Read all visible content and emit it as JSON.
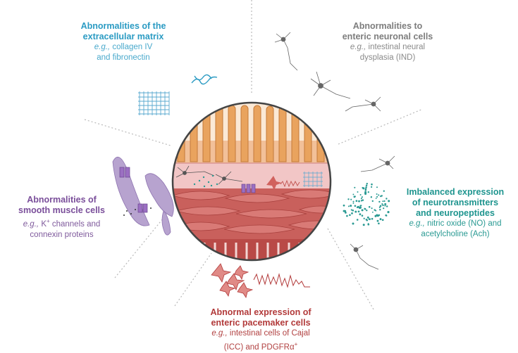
{
  "labels": {
    "ecm": {
      "title_line1": "Abnormalities of the",
      "title_line2": "extracellular matrix",
      "eg": "e.g.,",
      "example_line1": "collagen IV",
      "example_line2": "and fibronectin",
      "color": "#2b9bc3"
    },
    "neuronal": {
      "title_line1": "Abnormalities to",
      "title_line2": "enteric neuronal cells",
      "eg": "e.g.,",
      "example_line1": "intestinal neural",
      "example_line2": "dysplasia (IND)",
      "color": "#7d7d7d"
    },
    "smooth_muscle": {
      "title_line1": "Abnormalities of",
      "title_line2": "smooth muscle cells",
      "eg": "e.g.,",
      "example_k": "K",
      "example_sup": "+",
      "example_line1_rest": " channels and",
      "example_line2": "connexin proteins",
      "color": "#7a4e9a"
    },
    "neurotransmitters": {
      "title_line1": "Imbalanced expression",
      "title_line2": "of neurotransmitters",
      "title_line3": "and neuropeptides",
      "eg": "e.g.,",
      "example_line1": "nitric oxide (NO) and",
      "example_line2": "acetylcholine (Ach)",
      "color": "#1f958f"
    },
    "pacemaker": {
      "title_line1": "Abnormal expression of",
      "title_line2": "enteric pacemaker cells",
      "eg": "e.g.,",
      "example_line1": "intestinal cells  of Cajal",
      "example_line2_a": "(ICC) and PDGFRα",
      "example_line2_sup": "+",
      "color": "#b23a3a"
    }
  },
  "illustration": {
    "mucosa_color": "#e9a35e",
    "submucosa_color": "#f2c6c6",
    "muscle_color": "#c0504d",
    "smooth_muscle_color": "#b7a3cf",
    "dots_color": "#2a9a93"
  }
}
